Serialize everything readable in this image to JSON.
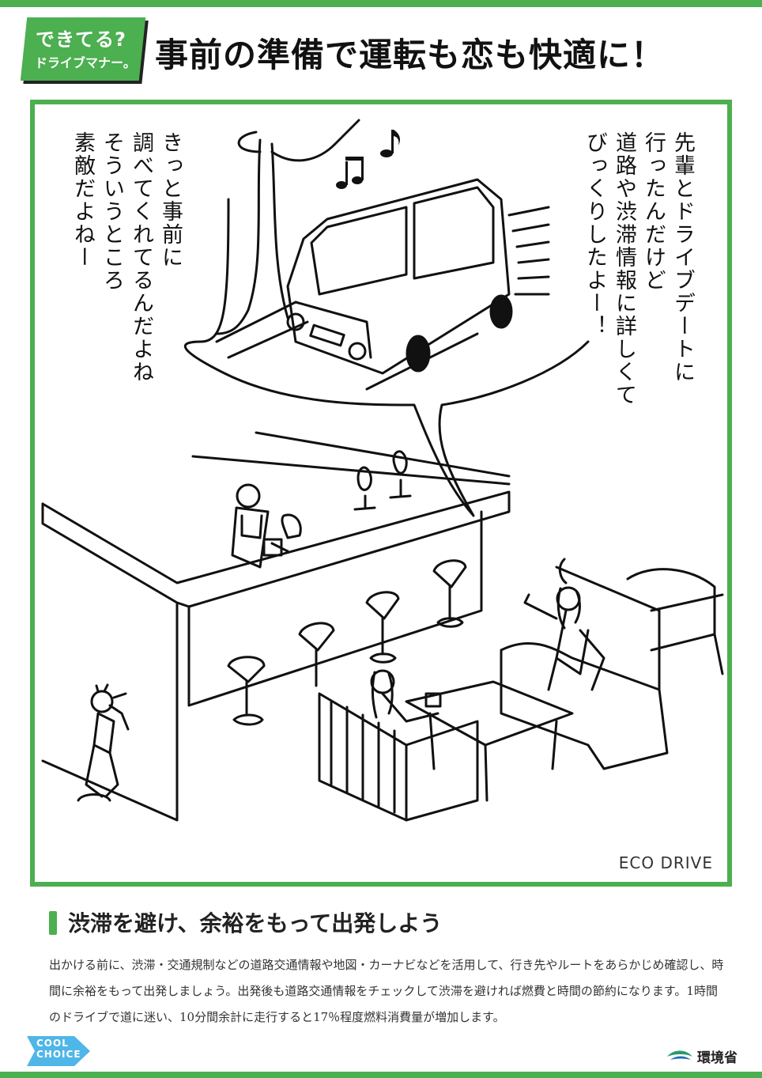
{
  "header": {
    "badge_line1": "できてる?",
    "badge_line2": "ドライブマナー。",
    "title": "事前の準備で運転も恋も快適に！"
  },
  "panel": {
    "speech_right": "先輩とドライブデートに\n行ったんだけど\n道路や渋滞情報に詳しくて\nびっくりしたよー！",
    "speech_left": "きっと事前に\n調べてくれてるんだよね\nそういうところ\n素敵だよねー",
    "logo_text": "ECO DRIVE"
  },
  "section": {
    "title": "渋滞を避け、余裕をもって出発しよう",
    "body": "出かける前に、渋滞・交通規制などの道路交通情報や地図・カーナビなどを活用して、行き先やルートをあらかじめ確認し、時間に余裕をもって出発しましょう。出発後も道路交通情報をチェックして渋滞を避ければ燃費と時間の節約になります。1時間のドライブで道に迷い、10分間余計に走行すると17％程度燃料消費量が増加します。"
  },
  "footer": {
    "cool_choice_line1": "COOL",
    "cool_choice_line2": "CHOICE",
    "ministry": "環境省"
  },
  "colors": {
    "accent": "#4caf50",
    "ink": "#111111"
  }
}
